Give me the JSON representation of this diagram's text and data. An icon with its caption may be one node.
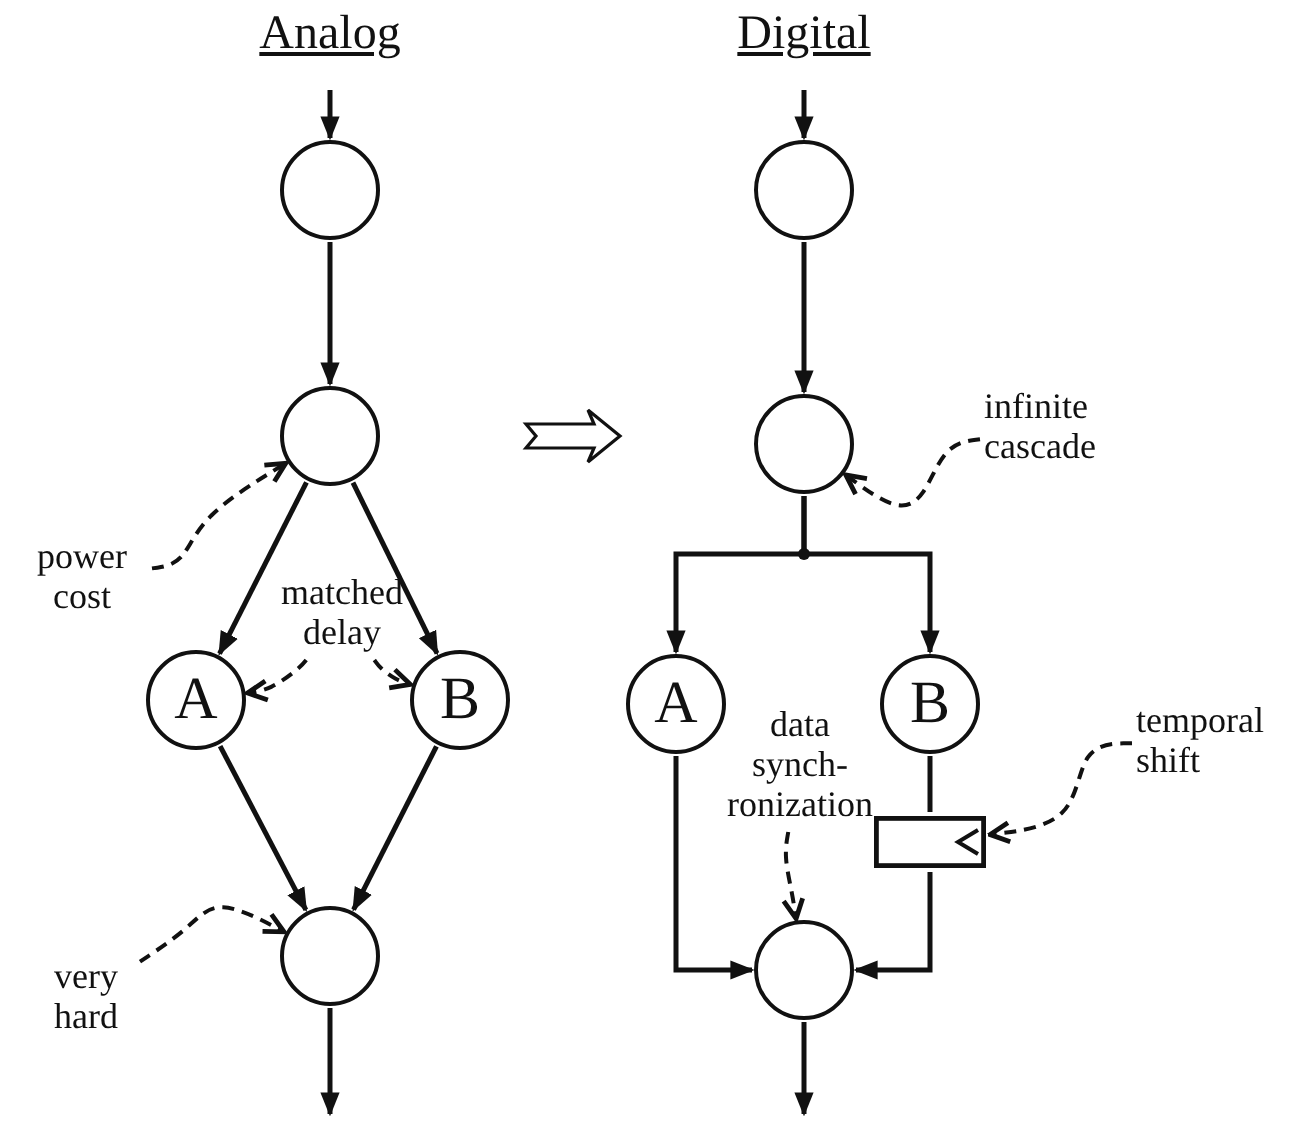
{
  "diagram": {
    "nodes": [
      {
        "text": [],
        "shape": "circle"
      },
      {
        "text": [],
        "shape": "circle"
      },
      {
        "text": [
          "A"
        ]
      },
      {
        "text": [
          "B"
        ]
      },
      {
        "text": [],
        "shape": "circle"
      },
      {
        "text": [],
        "shape": "circle"
      },
      {
        "text": [],
        "shape": "circle"
      },
      {
        "text": [
          "A"
        ]
      },
      {
        "text": [
          "B"
        ]
      },
      {
        "text": [],
        "shape": "box"
      },
      {
        "text": [],
        "shape": "circle"
      },
      {
        "text": [
          "power cost"
        ]
      },
      {
        "text": [
          "matched delay"
        ]
      },
      {
        "text": [
          "very hard"
        ]
      },
      {
        "text": [
          "infinite cascade"
        ]
      },
      {
        "text": [
          "data synch- ronization"
        ]
      },
      {
        "text": [
          "temporal shift"
        ]
      }
    ],
    "edges": [
      {
        "from": null,
        "to": 0,
        "arrow": "to"
      },
      {
        "from": 0,
        "to": 1,
        "arrow": "to"
      },
      {
        "from": 1,
        "to": 2,
        "arrow": "to"
      },
      {
        "from": 1,
        "to": 3,
        "arrow": "to"
      },
      {
        "from": 2,
        "to": 4,
        "arrow": "to"
      },
      {
        "from": 3,
        "to": 4,
        "arrow": "to"
      },
      {
        "from": 4,
        "to": null,
        "arrow": "to"
      },
      {
        "from": null,
        "to": 5,
        "arrow": "to"
      },
      {
        "from": 5,
        "to": 6,
        "arrow": "to"
      },
      {
        "from": 6,
        "to": 7,
        "arrow": "to"
      },
      {
        "from": 6,
        "to": 8,
        "arrow": "to"
      },
      {
        "from": 7,
        "to": 10,
        "arrow": "to"
      },
      {
        "from": 8,
        "to": 9,
        "arrow": "none"
      },
      {
        "from": 9,
        "to": 10,
        "arrow": "to"
      },
      {
        "from": 10,
        "to": null,
        "arrow": "to"
      },
      {
        "from": 11,
        "to": 1,
        "arrow": "to",
        "style": "dashed"
      },
      {
        "from": 12,
        "to": 2,
        "arrow": "to",
        "style": "dashed"
      },
      {
        "from": 12,
        "to": 3,
        "arrow": "to",
        "style": "dashed"
      },
      {
        "from": 13,
        "to": 4,
        "arrow": "to",
        "style": "dashed"
      },
      {
        "from": 14,
        "to": 6,
        "arrow": "to",
        "style": "dashed"
      },
      {
        "from": 15,
        "to": 10,
        "arrow": "to",
        "style": "dashed"
      },
      {
        "from": 16,
        "to": 9,
        "arrow": "to",
        "style": "dashed"
      }
    ],
    "labels": [
      "Analog",
      "Digital"
    ]
  }
}
